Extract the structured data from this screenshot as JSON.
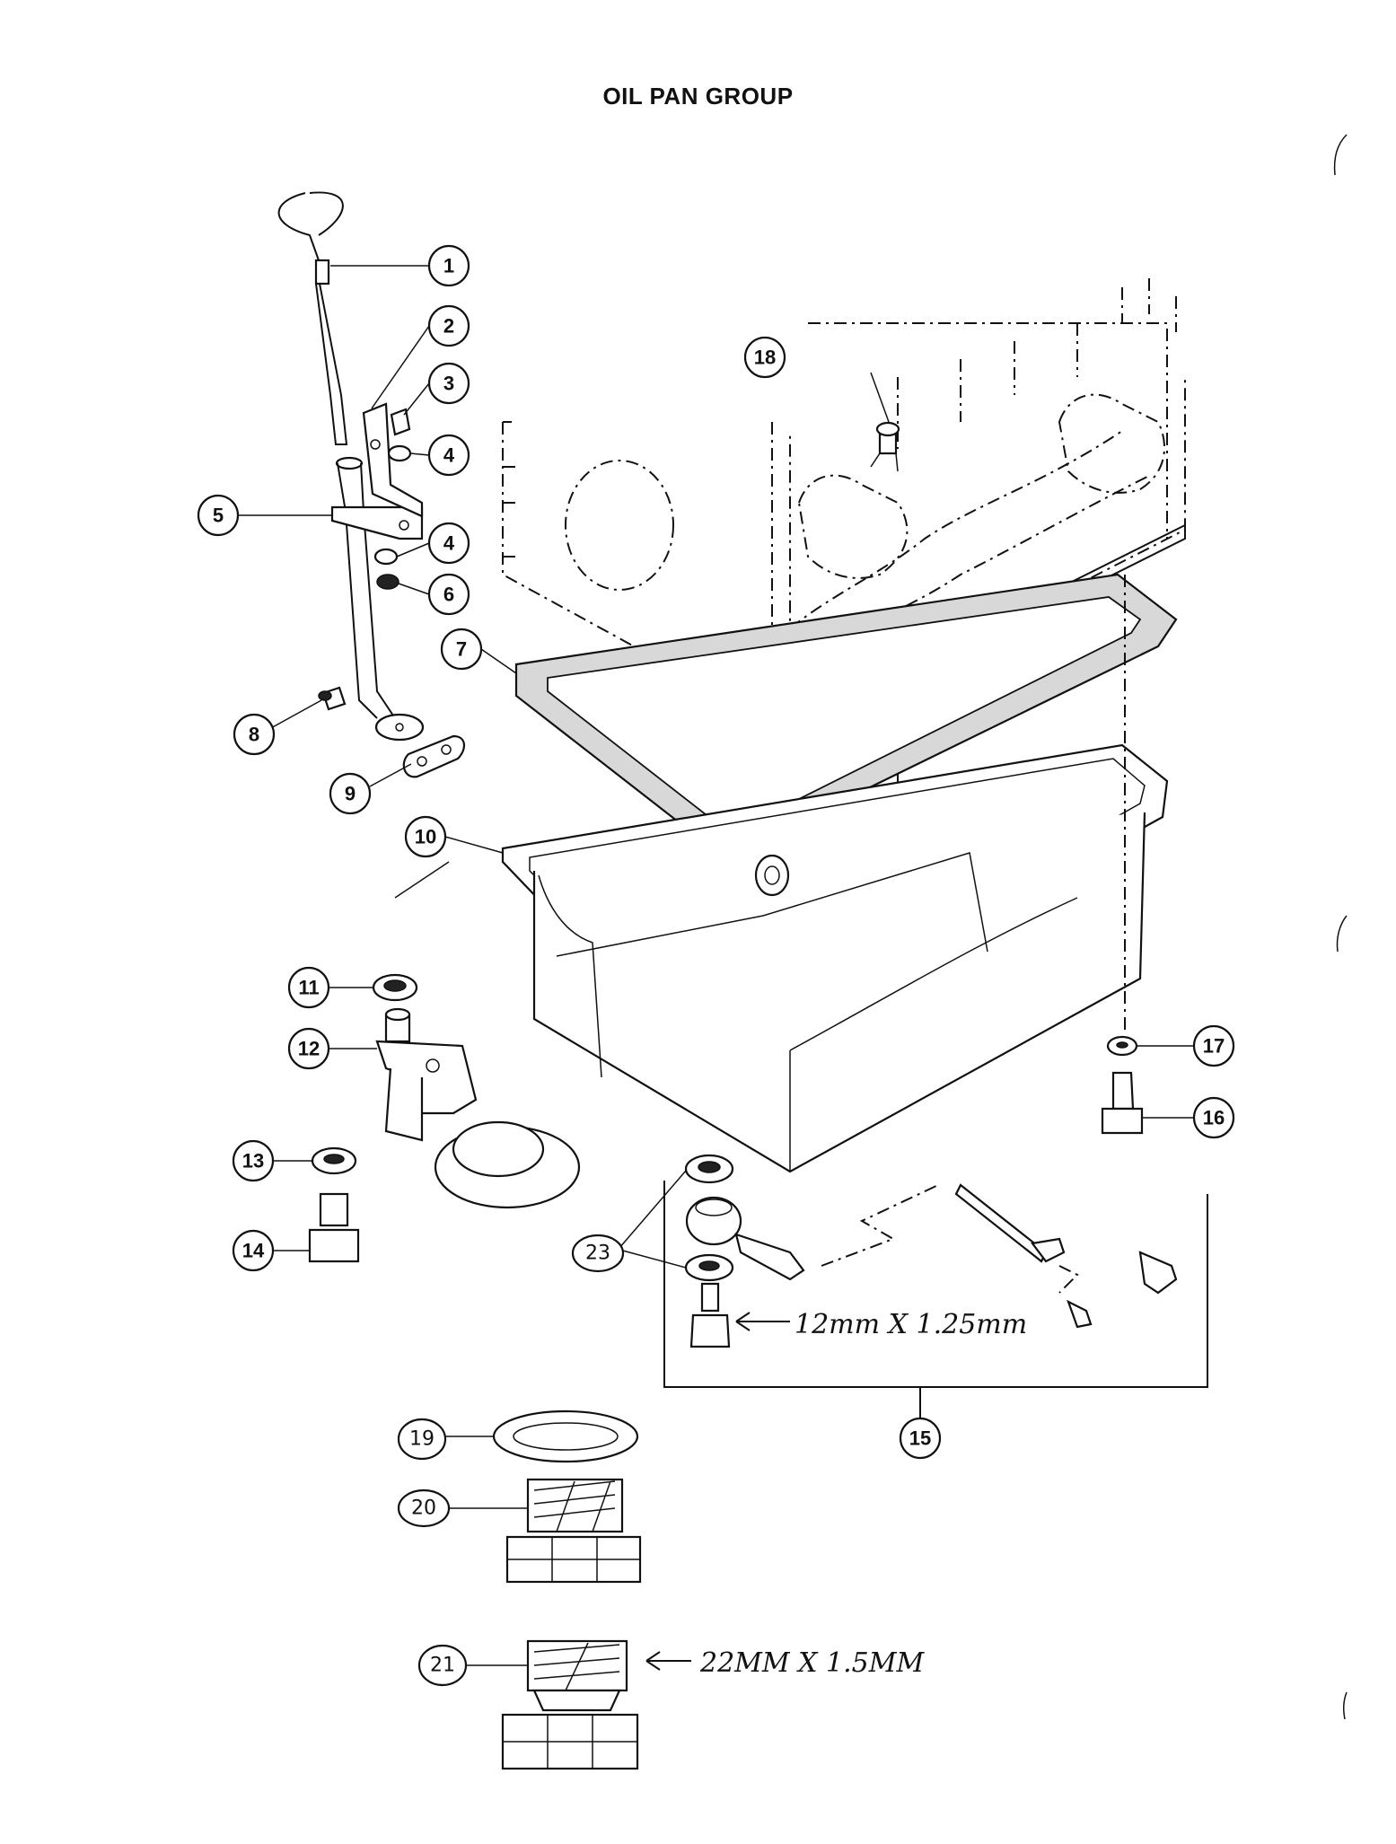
{
  "title": "OIL PAN GROUP",
  "callouts": [
    {
      "id": "c1",
      "label": "1",
      "style": "printed"
    },
    {
      "id": "c2",
      "label": "2",
      "style": "printed"
    },
    {
      "id": "c3",
      "label": "3",
      "style": "printed"
    },
    {
      "id": "c4a",
      "label": "4",
      "style": "printed"
    },
    {
      "id": "c4b",
      "label": "4",
      "style": "printed"
    },
    {
      "id": "c5",
      "label": "5",
      "style": "printed"
    },
    {
      "id": "c6",
      "label": "6",
      "style": "printed"
    },
    {
      "id": "c7",
      "label": "7",
      "style": "printed"
    },
    {
      "id": "c8",
      "label": "8",
      "style": "printed"
    },
    {
      "id": "c9",
      "label": "9",
      "style": "printed"
    },
    {
      "id": "c10",
      "label": "10",
      "style": "printed"
    },
    {
      "id": "c11",
      "label": "11",
      "style": "printed"
    },
    {
      "id": "c12",
      "label": "12",
      "style": "printed"
    },
    {
      "id": "c13",
      "label": "13",
      "style": "printed"
    },
    {
      "id": "c14",
      "label": "14",
      "style": "printed"
    },
    {
      "id": "c15",
      "label": "15",
      "style": "printed"
    },
    {
      "id": "c16",
      "label": "16",
      "style": "printed"
    },
    {
      "id": "c17",
      "label": "17",
      "style": "printed"
    },
    {
      "id": "c18",
      "label": "18",
      "style": "printed"
    },
    {
      "id": "c19",
      "label": "19",
      "style": "handwritten"
    },
    {
      "id": "c20",
      "label": "20",
      "style": "handwritten"
    },
    {
      "id": "c21",
      "label": "21",
      "style": "handwritten"
    },
    {
      "id": "c23",
      "label": "23",
      "style": "handwritten"
    }
  ],
  "notes": {
    "drain_plug_thread": "12mm X 1.25mm",
    "plug_21_thread": "22MM X 1.5MM"
  }
}
